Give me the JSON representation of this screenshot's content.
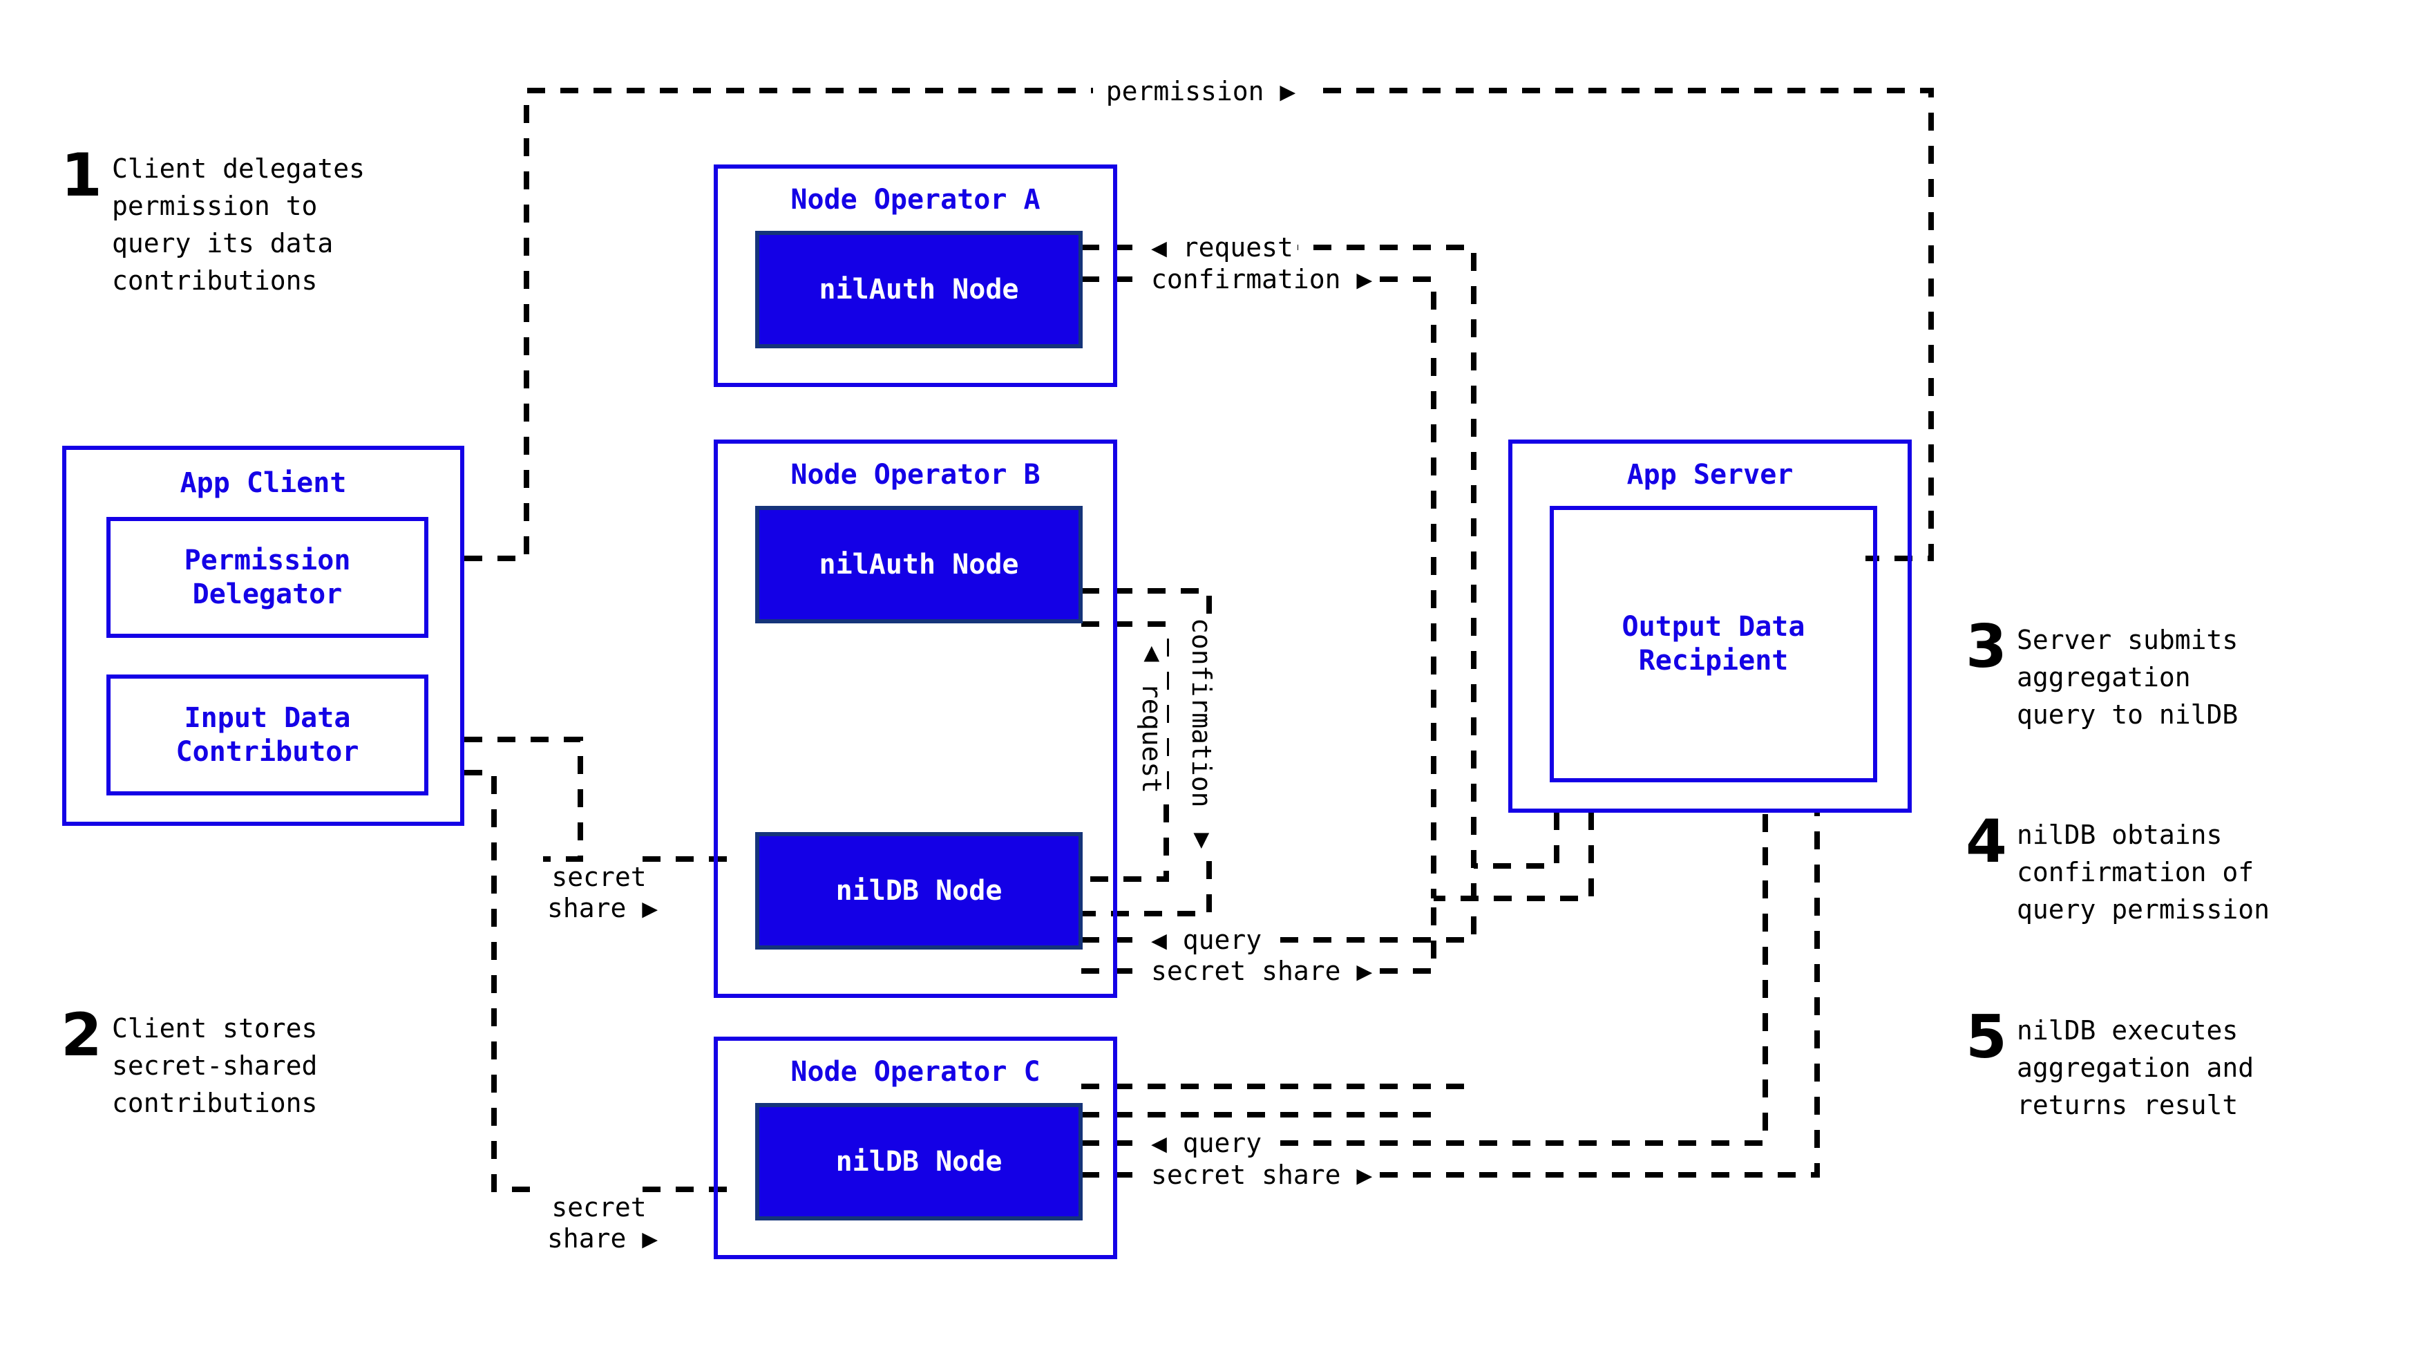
{
  "diagram": {
    "title": "nilDB permission delegation and secret-shared aggregation flow",
    "colors": {
      "brand_blue": "#1400e6",
      "node_fill": "#1400e6",
      "node_border": "#15347a",
      "wire": "#000000",
      "background": "#ffffff",
      "node_text": "#ffffff"
    }
  },
  "steps": [
    {
      "num": "1",
      "text": "Client delegates\npermission to\nquery its data\ncontributions"
    },
    {
      "num": "2",
      "text": "Client stores\nsecret-shared\ncontributions"
    },
    {
      "num": "3",
      "text": "Server submits\naggregation\nquery to nilDB"
    },
    {
      "num": "4",
      "text": "nilDB obtains\nconfirmation of\nquery permission"
    },
    {
      "num": "5",
      "text": "nilDB executes\naggregation and\nreturns result"
    }
  ],
  "groups": {
    "app_client": {
      "title": "App Client",
      "children": [
        {
          "label": "Permission\nDelegator"
        },
        {
          "label": "Input Data\nContributor"
        }
      ]
    },
    "node_operator_a": {
      "title": "Node Operator A",
      "nodes": [
        {
          "label": "nilAuth Node"
        }
      ]
    },
    "node_operator_b": {
      "title": "Node Operator B",
      "nodes": [
        {
          "label": "nilAuth Node"
        },
        {
          "label": "nilDB Node"
        }
      ]
    },
    "node_operator_c": {
      "title": "Node Operator C",
      "nodes": [
        {
          "label": "nilDB Node"
        }
      ]
    },
    "app_server": {
      "title": "App Server",
      "children": [
        {
          "label": "Output Data\nRecipient"
        }
      ]
    }
  },
  "wire_labels": {
    "permission": "permission ▶",
    "a_request": "◀ request",
    "a_confirmation": "confirmation ▶",
    "b_confirmation_vertical": "confirmation ▼",
    "b_request_vertical": "▲ request",
    "client_secret_share_b": "secret\nshare ▶",
    "client_secret_share_c": "secret\nshare ▶",
    "b_query": "◀ query",
    "b_secret_share": "secret share ▶",
    "c_query": "◀ query",
    "c_secret_share": "secret share ▶"
  }
}
